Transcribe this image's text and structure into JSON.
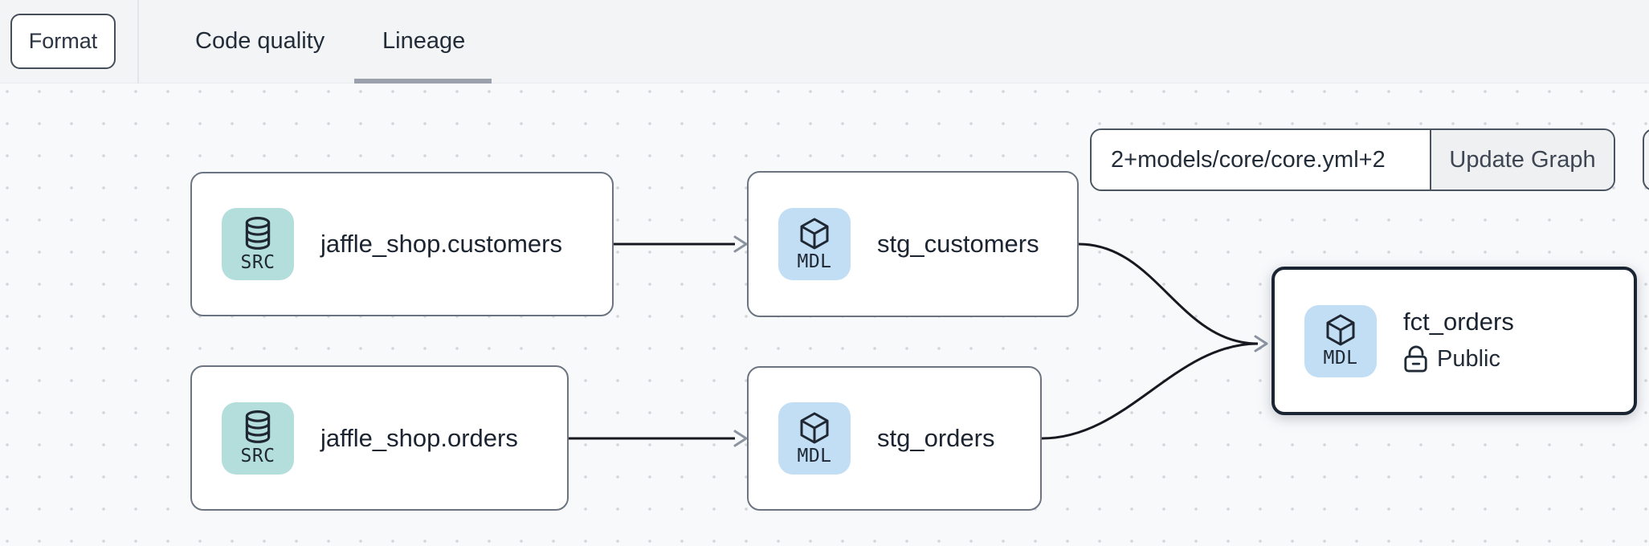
{
  "header": {
    "format_button": "Format",
    "tabs": [
      {
        "label": "Code quality",
        "active": false
      },
      {
        "label": "Lineage",
        "active": true
      }
    ]
  },
  "graph_controls": {
    "selector_input_value": "2+models/core/core.yml+2",
    "update_button": "Update Graph"
  },
  "lineage_graph": {
    "nodes": [
      {
        "title": "jaffle_shop.customers",
        "badge": "SRC",
        "kind": "source",
        "icon": "database-icon",
        "selected": false
      },
      {
        "title": "stg_customers",
        "badge": "MDL",
        "kind": "model",
        "icon": "cube-icon",
        "selected": false
      },
      {
        "title": "jaffle_shop.orders",
        "badge": "SRC",
        "kind": "source",
        "icon": "database-icon",
        "selected": false
      },
      {
        "title": "stg_orders",
        "badge": "MDL",
        "kind": "model",
        "icon": "cube-icon",
        "selected": false
      },
      {
        "title": "fct_orders",
        "badge": "MDL",
        "kind": "model",
        "icon": "cube-icon",
        "access": "Public",
        "selected": true
      }
    ],
    "edges": [
      {
        "from": "jaffle_shop.customers",
        "to": "stg_customers"
      },
      {
        "from": "jaffle_shop.orders",
        "to": "stg_orders"
      },
      {
        "from": "stg_customers",
        "to": "fct_orders"
      },
      {
        "from": "stg_orders",
        "to": "fct_orders"
      }
    ]
  },
  "colors": {
    "source-badge": "#b4dedb",
    "model-badge": "#c2def5",
    "selected-border": "#1b2433",
    "node-border": "#6b7480",
    "edge": "#16191f",
    "arrow": "#8b93a0",
    "tab-underline": "#9aa1ad",
    "topbar-bg": "#f3f4f6",
    "canvas-bg": "#f8f9fb",
    "text": "#222c39"
  }
}
